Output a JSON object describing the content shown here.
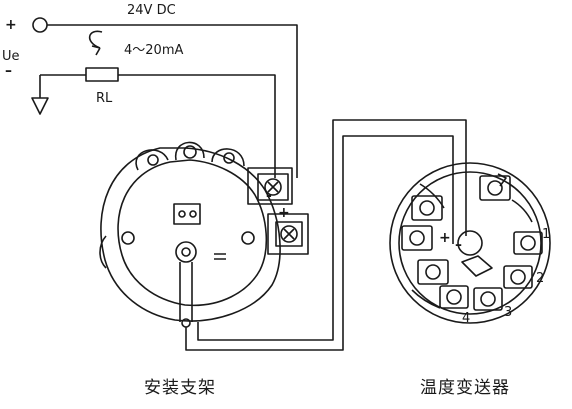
{
  "supply": {
    "voltage_label": "24V DC",
    "plus_sign": "+",
    "minus_sign": "–",
    "ue_label": "Ue",
    "current_label": "4～20mA",
    "resistor_label": "RL"
  },
  "terminals": {
    "bracket_plus": "+",
    "bracket_minus": "-",
    "transmitter_plus": "+",
    "transmitter_minus": "–",
    "numbers": [
      "1",
      "2",
      "3",
      "4"
    ]
  },
  "captions": {
    "bracket": "安装支架",
    "transmitter": "温度变送器"
  },
  "colors": {
    "line": "#1a1a1a",
    "background": "#ffffff"
  }
}
